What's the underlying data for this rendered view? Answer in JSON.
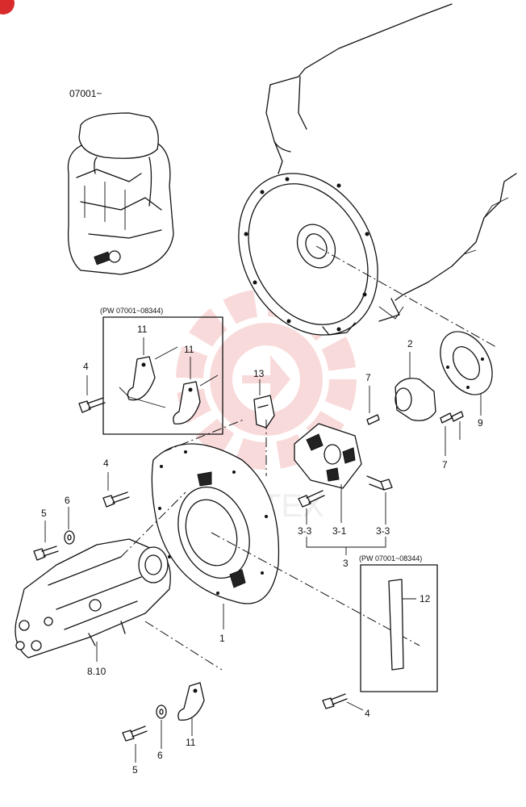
{
  "watermark": {
    "text": "WHITEX",
    "color": "#e85a5a"
  },
  "corner_badge_color": "#d92b2b",
  "inset": {
    "serial": "07001~"
  },
  "box_top": {
    "range": "(PW 07001~08344)"
  },
  "box_right": {
    "range": "(PW 07001~08344)"
  },
  "callouts": {
    "c1": "1",
    "c2": "2",
    "c3": "3",
    "c3_1": "3-1",
    "c3_3a": "3-3",
    "c3_3b": "3-3",
    "c4a": "4",
    "c4b": "4",
    "c4c": "4",
    "c5a": "5",
    "c5b": "5",
    "c6a": "6",
    "c6b": "6",
    "c7a": "7",
    "c7b": "7",
    "c8_10": "8.10",
    "c9": "9",
    "c11a": "11",
    "c11b": "11",
    "c11c": "11",
    "c12": "12",
    "c13": "13"
  }
}
